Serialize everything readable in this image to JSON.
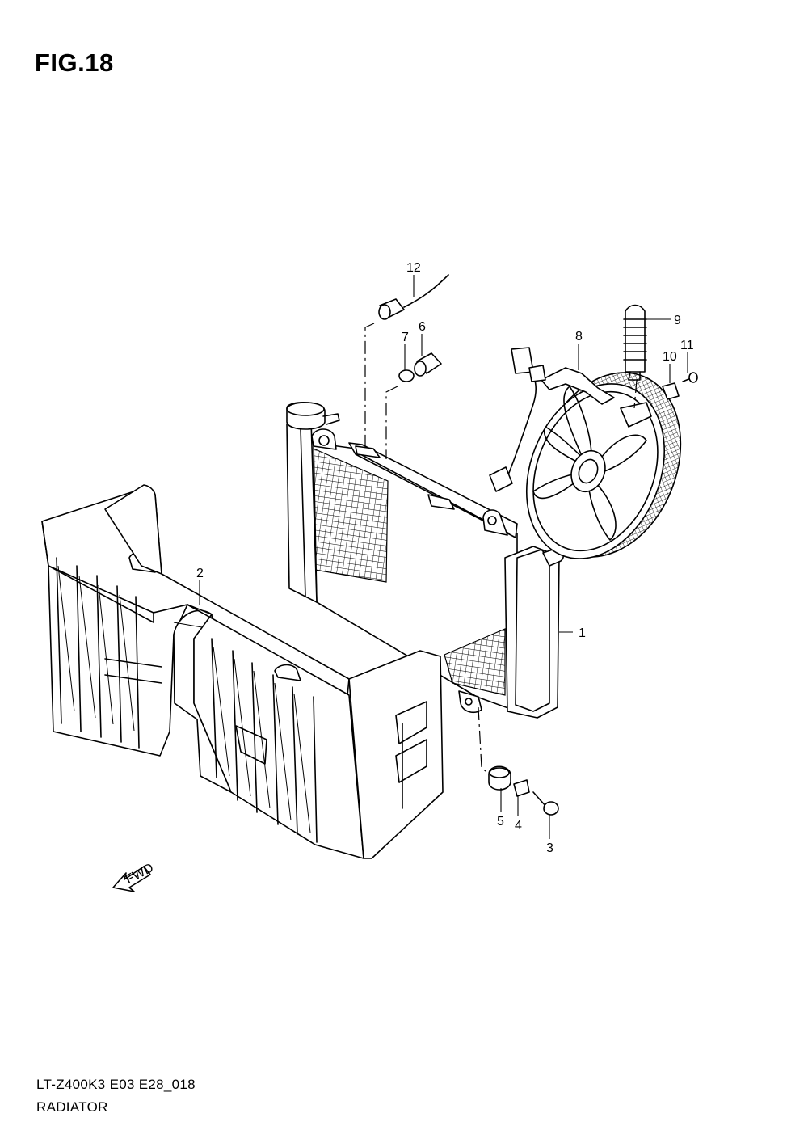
{
  "figure": {
    "title": "FIG.18",
    "model_code": "LT-Z400K3 E03 E28_018",
    "diagram_name": "RADIATOR"
  },
  "arrow": {
    "label": "FWD"
  },
  "parts": [
    {
      "number": "1"
    },
    {
      "number": "2"
    },
    {
      "number": "3"
    },
    {
      "number": "4"
    },
    {
      "number": "5"
    },
    {
      "number": "6"
    },
    {
      "number": "7"
    },
    {
      "number": "8"
    },
    {
      "number": "9"
    },
    {
      "number": "10"
    },
    {
      "number": "11"
    },
    {
      "number": "12"
    }
  ]
}
